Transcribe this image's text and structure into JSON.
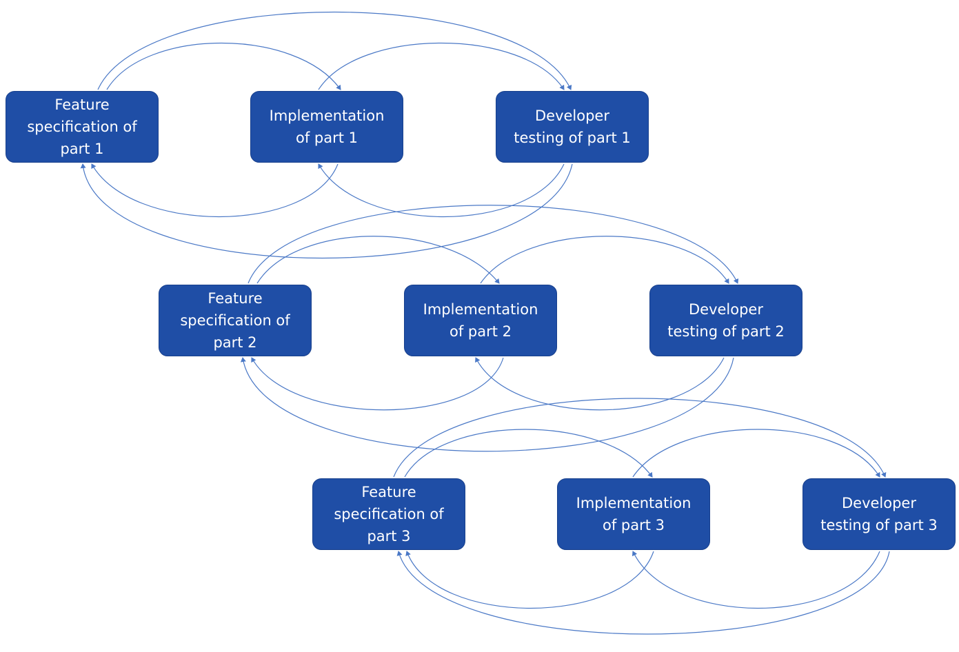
{
  "colors": {
    "box_fill": "#1f4ea6",
    "box_border": "#173f8c",
    "box_text": "#ffffff",
    "arrow": "#4a78c6"
  },
  "diagram": {
    "rows": [
      {
        "feature": "Feature\nspecification of\npart 1",
        "implementation": "Implementation\nof part 1",
        "developer_testing": "Developer\ntesting of part 1"
      },
      {
        "feature": "Feature\nspecification of\npart 2",
        "implementation": "Implementation\nof part 2",
        "developer_testing": "Developer\ntesting of part 2"
      },
      {
        "feature": "Feature\nspecification of\npart 3",
        "implementation": "Implementation\nof part 3",
        "developer_testing": "Developer\ntesting of part 3"
      }
    ]
  }
}
